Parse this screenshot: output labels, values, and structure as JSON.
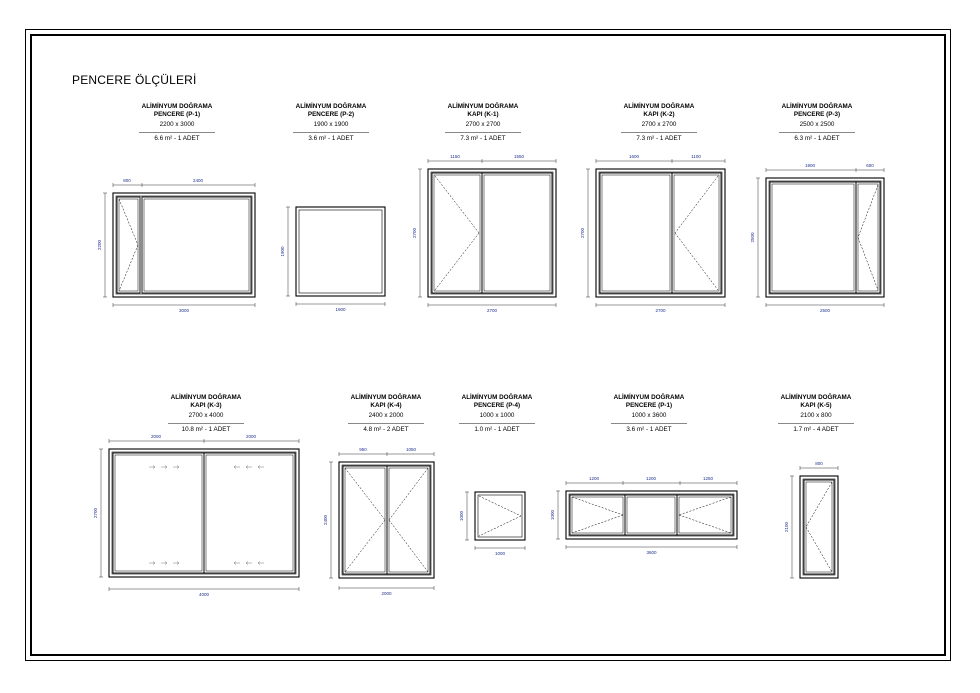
{
  "sheet": {
    "title": "PENCERE ÖLÇÜLERİ"
  },
  "items": [
    {
      "id": "p1-a",
      "title1": "ALİMİNYUM DOĞRAMA",
      "title2": "PENCERE (P-1)",
      "size": "2200 x 3000",
      "area": "6.6 m² - 1 ADET",
      "dims": {
        "top": [
          "800",
          "2400"
        ],
        "bottom": "3000",
        "left": "2200"
      }
    },
    {
      "id": "p2",
      "title1": "ALİMİNYUM DOĞRAMA",
      "title2": "PENCERE (P-2)",
      "size": "1900 x 1900",
      "area": "3.6 m² - 1 ADET",
      "dims": {
        "bottom": "1900",
        "left": "1900"
      }
    },
    {
      "id": "k1",
      "title1": "ALİMİNYUM DOĞRAMA",
      "title2": "KAPI (K-1)",
      "size": "2700 x 2700",
      "area": "7.3 m² - 1 ADET",
      "dims": {
        "top": [
          "1150",
          "1550"
        ],
        "bottom": "2700",
        "left": "2700"
      }
    },
    {
      "id": "k2",
      "title1": "ALİMİNYUM DOĞRAMA",
      "title2": "KAPI (K-2)",
      "size": "2700 x 2700",
      "area": "7.3 m² - 1 ADET",
      "dims": {
        "top": [
          "1600",
          "1100"
        ],
        "bottom": "2700",
        "left": "2700"
      }
    },
    {
      "id": "p3",
      "title1": "ALİMİNYUM DOĞRAMA",
      "title2": "PENCERE (P-3)",
      "size": "2500 x 2500",
      "area": "6.3 m² - 1 ADET",
      "dims": {
        "top": [
          "1900",
          "600"
        ],
        "bottom": "2500",
        "left": "2500"
      }
    },
    {
      "id": "k3",
      "title1": "ALİMİNYUM DOĞRAMA",
      "title2": "KAPI (K-3)",
      "size": "2700 x 4000",
      "area": "10.8 m² - 1 ADET",
      "dims": {
        "top": [
          "2000",
          "2000"
        ],
        "bottom": "4000",
        "left": "2700"
      }
    },
    {
      "id": "k4",
      "title1": "ALİMİNYUM DOĞRAMA",
      "title2": "KAPI (K-4)",
      "size": "2400 x 2000",
      "area": "4.8 m² - 2 ADET",
      "dims": {
        "top": [
          "950",
          "1050"
        ],
        "bottom": "2000",
        "left": "2400"
      }
    },
    {
      "id": "p4",
      "title1": "ALİMİNYUM DOĞRAMA",
      "title2": "PENCERE (P-4)",
      "size": "1000 x 1000",
      "area": "1.0 m² - 1 ADET",
      "dims": {
        "bottom": "1000",
        "left": "1000"
      }
    },
    {
      "id": "p1-b",
      "title1": "ALİMİNYUM DOĞRAMA",
      "title2": "PENCERE (P-1)",
      "size": "1000 x 3600",
      "area": "3.6 m² - 1 ADET",
      "dims": {
        "top": [
          "1200",
          "1200",
          "1250"
        ],
        "bottom": "3600",
        "left": "1000"
      }
    },
    {
      "id": "k5",
      "title1": "ALİMİNYUM DOĞRAMA",
      "title2": "KAPI (K-5)",
      "size": "2100 x 800",
      "area": "1.7 m² - 4 ADET",
      "dims": {
        "top": [
          "800"
        ],
        "left": "2100"
      }
    }
  ],
  "colors": {
    "line": "#000000",
    "dimension": "#1e2f8f"
  }
}
